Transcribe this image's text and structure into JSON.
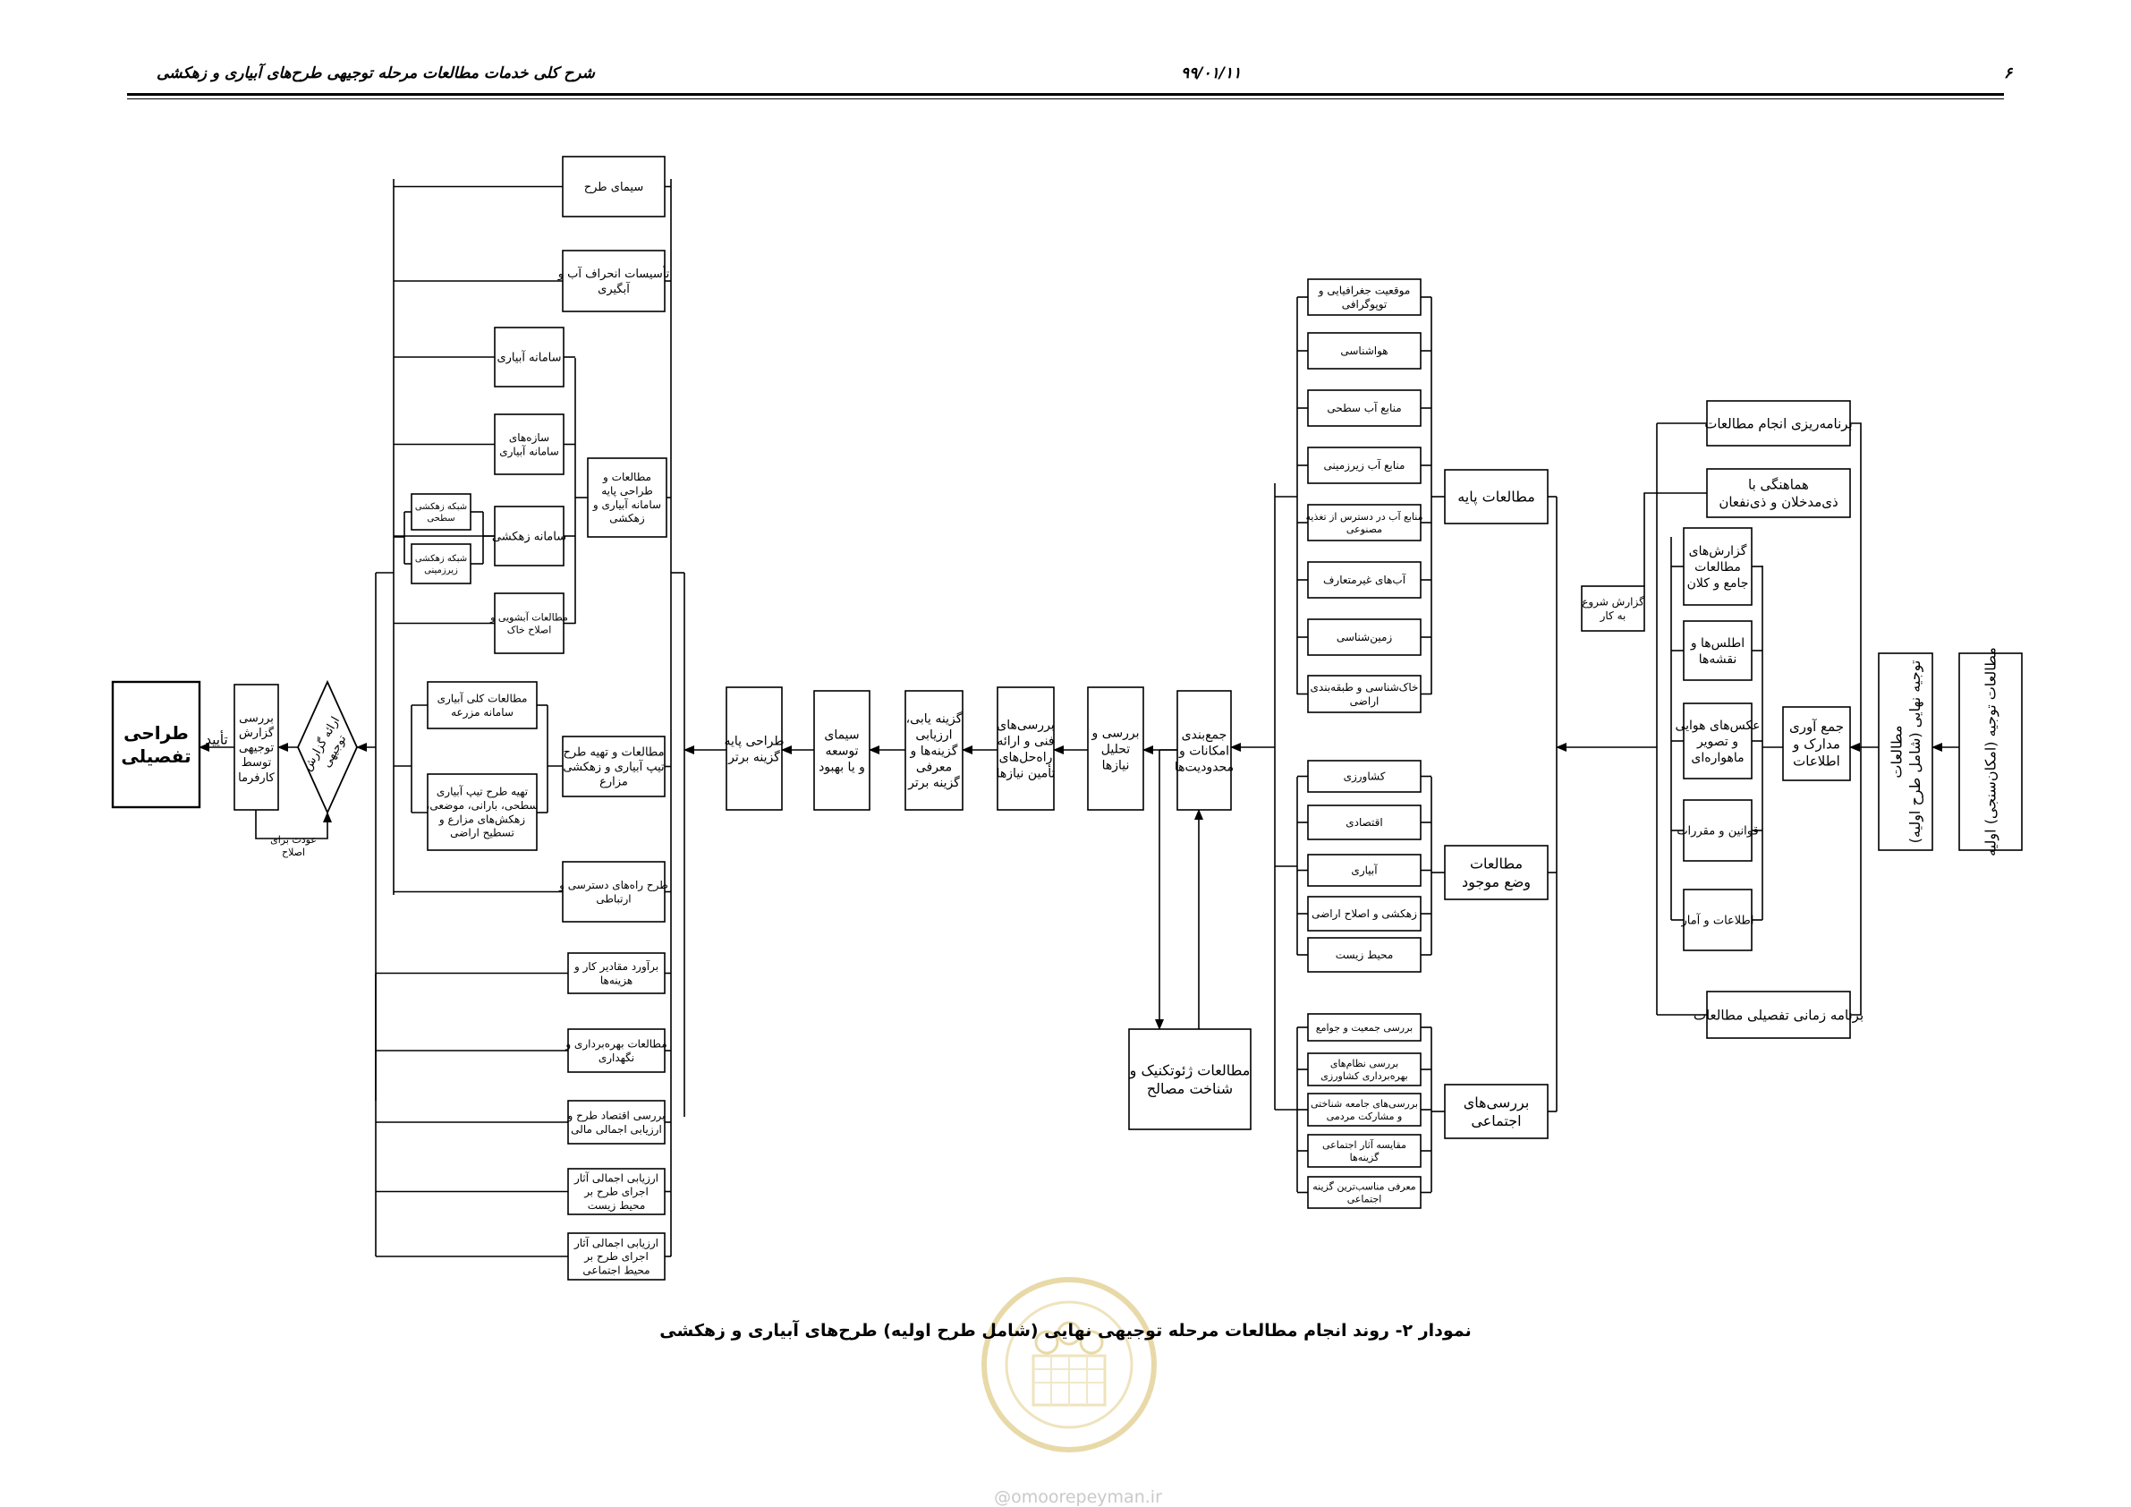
{
  "header": {
    "page_number": "۶",
    "date": "۹۹/۰۱/۱۱",
    "title": "شرح کلی خدمات مطالعات مرحله توجیهی طرح‌های آبیاری و زهکشی"
  },
  "caption": "نمودار ۲- روند انجام  مطالعات مرحله توجیهی نهایی (شامل طرح اولیه) طرح‌های آبیاری و زهکشی",
  "watermark": "@omoorepeyman.ir",
  "colors": {
    "line": "#000000",
    "watermark": "#e8d9a8"
  },
  "nodes": {
    "n1": {
      "text": [
        "مطالعات توجیه (امکان‌سنجی) اولیه"
      ]
    },
    "n2": {
      "text": [
        "مطالعات",
        "توجیه نهایی (شامل طرح اولیه)"
      ]
    },
    "n3": {
      "text": [
        "جمع آوری",
        "مدارک و",
        "اطلاعات"
      ]
    },
    "r1": {
      "text": [
        "گزارش‌های",
        "مطالعات",
        "جامع و کلان"
      ]
    },
    "r2": {
      "text": [
        "اطلس‌ها و",
        "نقشه‌ها"
      ]
    },
    "r3": {
      "text": [
        "عکس‌های هوایی",
        "و تصویر",
        "ماهواره‌ای"
      ]
    },
    "r4": {
      "text": [
        "قوانین و مقررات"
      ]
    },
    "r5": {
      "text": [
        "اطلاعات و آمار"
      ]
    },
    "p1": {
      "text": [
        "برنامه‌ریزی انجام مطالعات"
      ]
    },
    "p2": {
      "text": [
        "هماهنگی با",
        "ذی‌مدخلان و ذی‌نفعان"
      ]
    },
    "p3": {
      "text": [
        "برنامه زمانی تفصیلی مطالعات"
      ]
    },
    "rep": {
      "text": [
        "گزارش شروع",
        "به کار"
      ]
    },
    "g1": {
      "text": [
        "مطالعات پایه"
      ]
    },
    "g2": {
      "text": [
        "مطالعات",
        "وضع موجود"
      ]
    },
    "g3": {
      "text": [
        "بررسی‌های",
        "اجتماعی"
      ]
    },
    "b1": {
      "text": [
        "موقعیت جغرافیایی و",
        "توپوگرافی"
      ]
    },
    "b2": {
      "text": [
        "هواشناسی"
      ]
    },
    "b3": {
      "text": [
        "منابع آب سطحی"
      ]
    },
    "b4": {
      "text": [
        "منابع آب زیرزمینی"
      ]
    },
    "b5": {
      "text": [
        "منابع آب در دسترس از تغذیه",
        "مصنوعی"
      ]
    },
    "b6": {
      "text": [
        "آب‌های غیرمتعارف"
      ]
    },
    "b7": {
      "text": [
        "زمین‌شناسی"
      ]
    },
    "b8": {
      "text": [
        "خاک‌شناسی و طبقه‌بندی",
        "اراضی"
      ]
    },
    "e1": {
      "text": [
        "کشاورزی"
      ]
    },
    "e2": {
      "text": [
        "اقتصادی"
      ]
    },
    "e3": {
      "text": [
        "آبیاری"
      ]
    },
    "e4": {
      "text": [
        "زهکشی و اصلاح اراضی"
      ]
    },
    "e5": {
      "text": [
        "محیط زیست"
      ]
    },
    "s1": {
      "text": [
        "بررسی جمعیت و جوامع"
      ]
    },
    "s2": {
      "text": [
        "بررسی نظام‌های",
        "بهره‌برداری کشاورزی"
      ]
    },
    "s3": {
      "text": [
        "بررسی‌های جامعه شناختی",
        "و مشارکت مردمی"
      ]
    },
    "s4": {
      "text": [
        "مقایسه آثار اجتماعی",
        "گزینه‌ها"
      ]
    },
    "s5": {
      "text": [
        "معرفی مناسب‌ترین گزینه",
        "اجتماعی"
      ]
    },
    "c1": {
      "text": [
        "جمع‌بندی",
        "امکانات و",
        "محدودیت‌ها"
      ]
    },
    "geo": {
      "text": [
        "مطالعات ژئوتکنیک و",
        "شناخت مصالح"
      ]
    },
    "c2": {
      "text": [
        "بررسی و",
        "تحلیل",
        "نیازها"
      ]
    },
    "c3": {
      "text": [
        "بررسی‌های",
        "فنی و ارائه",
        "راه‌حل‌های",
        "تأمین نیازها"
      ]
    },
    "c4": {
      "text": [
        "گزینه یابی،",
        "ارزیابی",
        "گزینه‌ها و",
        "معرفی",
        "گزینه برتر"
      ]
    },
    "c5": {
      "text": [
        "سیمای",
        "توسعه",
        "و یا بهبود"
      ]
    },
    "c6": {
      "text": [
        "طراحی پایه",
        "گزینه برتر"
      ]
    },
    "d1": {
      "text": [
        "سیمای طرح"
      ]
    },
    "d2": {
      "text": [
        "تأسیسات انحراف آب و",
        "آبگیری"
      ]
    },
    "d3": {
      "text": [
        "مطالعات و",
        "طراحی پایه",
        "سامانه آبیاری و",
        "زهکشی"
      ]
    },
    "d3a": {
      "text": [
        "سامانه آبیاری"
      ]
    },
    "d3b": {
      "text": [
        "سازه‌های",
        "سامانه آبیاری"
      ]
    },
    "d3c": {
      "text": [
        "سامانه زهکشی"
      ]
    },
    "d3c1": {
      "text": [
        "شبکه زهکشی",
        "سطحی"
      ]
    },
    "d3c2": {
      "text": [
        "شبکه زهکشی",
        "زیرزمینی"
      ]
    },
    "d3d": {
      "text": [
        "مطالعات آبشویی و",
        "اصلاح خاک"
      ]
    },
    "d4": {
      "text": [
        "مطالعات و تهیه طرح",
        "تیپ آبیاری و زهکشی",
        "مزارع"
      ]
    },
    "d4a": {
      "text": [
        "مطالعات کلی آبیاری",
        "سامانه مزرعه"
      ]
    },
    "d4b": {
      "text": [
        "تهیه طرح تیپ آبیاری",
        "سطحی، بارانی، موضعی،",
        "زهکش‌های مزارع و",
        "تسطیح اراضی"
      ]
    },
    "d5": {
      "text": [
        "طرح راه‌های دسترسی و",
        "ارتباطی"
      ]
    },
    "k1": {
      "text": [
        "برآورد مقادیر کار و",
        "هزینه‌ها"
      ]
    },
    "k2": {
      "text": [
        "مطالعات بهره‌برداری و",
        "نگهداری"
      ]
    },
    "k3": {
      "text": [
        "بررسی اقتصاد طرح و",
        "ارزیابی اجمالی مالی"
      ]
    },
    "k4": {
      "text": [
        "ارزیابی اجمالی آثار",
        "اجرای طرح بر",
        "محیط زیست"
      ]
    },
    "k5": {
      "text": [
        "ارزیابی اجمالی آثار",
        "اجرای طرح بر",
        "محیط اجتماعی"
      ]
    },
    "x1": {
      "text": [
        "ارائه گزارش",
        "توجیهی"
      ]
    },
    "x2": {
      "text": [
        "بررسی",
        "گزارش",
        "توجیهی",
        "توسط",
        "کارفرما"
      ]
    },
    "x3": {
      "text": [
        "طراحی",
        "تفصیلی"
      ]
    }
  },
  "edge_labels": {
    "approve": "تأیید",
    "return": [
      "عودت برای",
      "اصلاح"
    ]
  }
}
